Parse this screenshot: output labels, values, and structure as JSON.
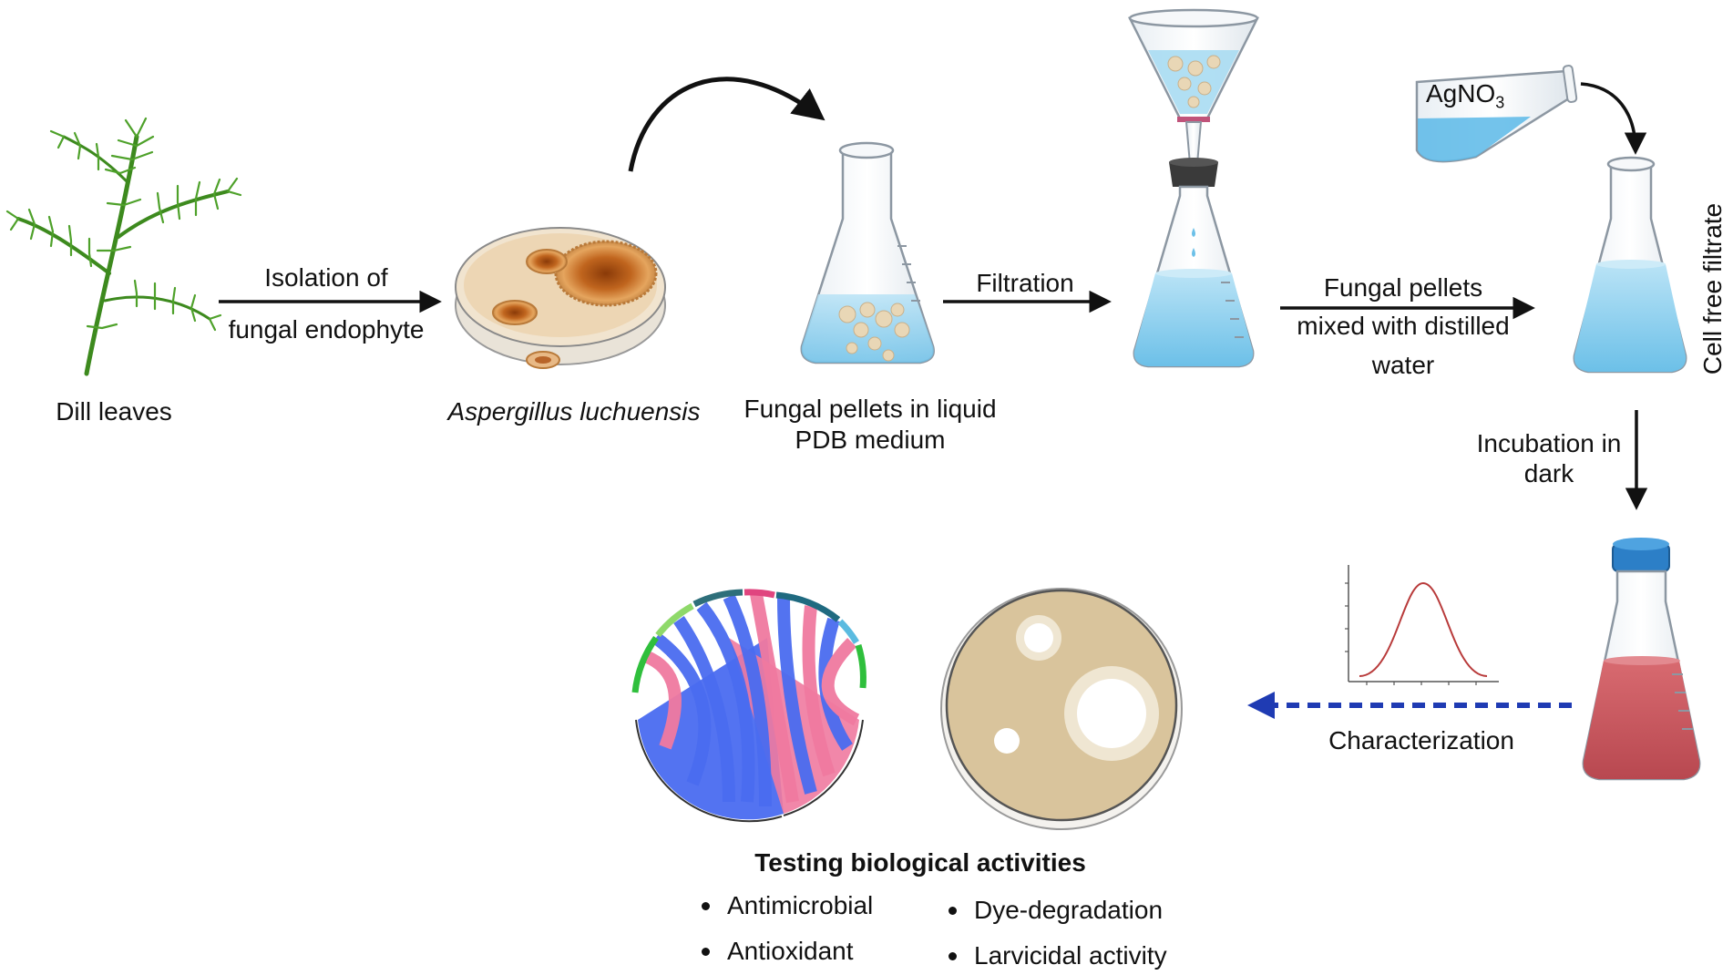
{
  "steps": {
    "dill": "Dill leaves",
    "isolation_line1": "Isolation of",
    "isolation_line2": "fungal endophyte",
    "species": "Aspergillus luchuensis",
    "pellets_line1": "Fungal pellets in liquid",
    "pellets_line2": "PDB medium",
    "filtration": "Filtration",
    "mixed_line1": "Fungal pellets",
    "mixed_line2": "mixed with distilled",
    "mixed_line3": "water",
    "reagent": "AgNO",
    "reagent_sub": "3",
    "cell_free": "Cell free filtrate",
    "incubation_line1": "Incubation in",
    "incubation_line2": "dark",
    "characterization": "Characterization"
  },
  "testing": {
    "title": "Testing biological activities",
    "left_items": [
      "Antimicrobial",
      "Antioxidant"
    ],
    "right_items": [
      "Dye-degradation",
      "Larvicidal activity"
    ]
  },
  "colors": {
    "liquid_blue": "#8fd0ee",
    "nanoparticle_red": "#c8545c",
    "arrow_dashed": "#1f3bb3",
    "chord_blue": "#4a6cf0",
    "chord_pink": "#f07aa0",
    "plate_tan": "#d9c49c"
  }
}
